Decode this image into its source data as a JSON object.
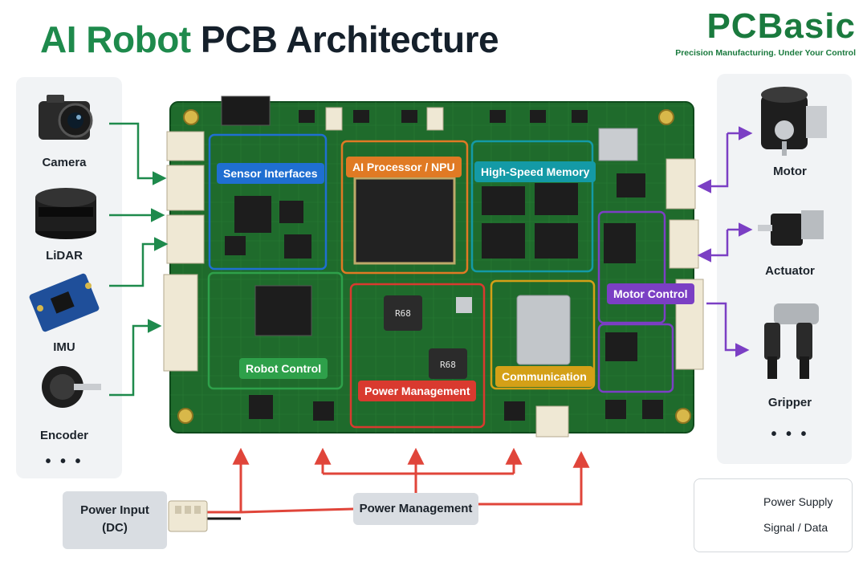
{
  "title": {
    "highlight": "AI Robot",
    "rest": "PCB Architecture"
  },
  "brand": {
    "name": "PCBasic",
    "tagline": "Precision Manufacturing. Under Your Control"
  },
  "sensors": [
    {
      "label": "Camera",
      "icon": "camera-icon"
    },
    {
      "label": "LiDAR",
      "icon": "lidar-icon"
    },
    {
      "label": "IMU",
      "icon": "imu-icon"
    },
    {
      "label": "Encoder",
      "icon": "encoder-icon"
    }
  ],
  "sensors_more": "• • •",
  "actuators": [
    {
      "label": "Motor",
      "icon": "motor-icon"
    },
    {
      "label": "Actuator",
      "icon": "actuator-icon"
    },
    {
      "label": "Gripper",
      "icon": "gripper-icon"
    }
  ],
  "actuators_more": "• • •",
  "zones": [
    {
      "label": "Sensor Interfaces",
      "color": "#1f6fd1"
    },
    {
      "label": "AI Processor / NPU",
      "color": "#e07a24"
    },
    {
      "label": "High-Speed Memory",
      "color": "#149aa6"
    },
    {
      "label": "Motor Control",
      "color": "#7b3fc4"
    },
    {
      "label": "Robot Control",
      "color": "#2ea04a"
    },
    {
      "label": "Power Management",
      "color": "#d93a2f"
    },
    {
      "label": "Communication",
      "color": "#d4a017"
    }
  ],
  "chip_marking": "R68",
  "power_input": {
    "line1": "Power Input",
    "line2": "(DC)"
  },
  "power_management_label": "Power Management",
  "legend": {
    "power": {
      "label": "Power Supply",
      "color": "#e0453a"
    },
    "signal": {
      "label": "Signal / Data",
      "color": "#1e8a4c"
    }
  }
}
